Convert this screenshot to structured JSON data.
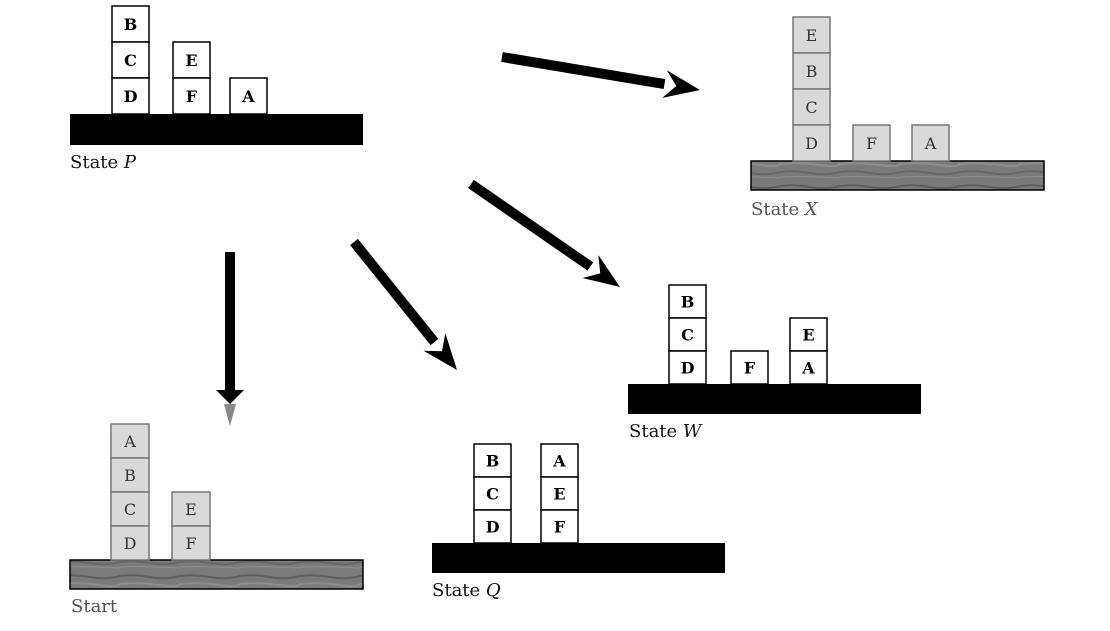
{
  "states": [
    {
      "id": "P",
      "label_prefix": "State",
      "label_name": "P",
      "style": "dark",
      "stacks": [
        [
          "B",
          "C",
          "D"
        ],
        [
          "E",
          "F"
        ],
        [
          "A"
        ]
      ]
    },
    {
      "id": "X",
      "label_prefix": "State",
      "label_name": "X",
      "style": "light",
      "stacks": [
        [
          "E",
          "B",
          "C",
          "D"
        ],
        [
          "F"
        ],
        [
          "A"
        ]
      ]
    },
    {
      "id": "W",
      "label_prefix": "State",
      "label_name": "W",
      "style": "dark",
      "stacks": [
        [
          "B",
          "C",
          "D"
        ],
        [
          "F"
        ],
        [
          "E",
          "A"
        ]
      ]
    },
    {
      "id": "Q",
      "label_prefix": "State",
      "label_name": "Q",
      "style": "dark",
      "stacks": [
        [
          "B",
          "C",
          "D"
        ],
        [
          "A",
          "E",
          "F"
        ]
      ]
    },
    {
      "id": "start",
      "label_prefix": "Start",
      "label_name": "",
      "style": "light",
      "stacks": [
        [
          "A",
          "B",
          "C",
          "D"
        ],
        [
          "E",
          "F"
        ]
      ]
    }
  ],
  "arrows": [
    {
      "from": "P",
      "to": "X"
    },
    {
      "from": "P",
      "to": "W"
    },
    {
      "from": "P",
      "to": "Q"
    },
    {
      "from": "P",
      "to": "start"
    }
  ]
}
